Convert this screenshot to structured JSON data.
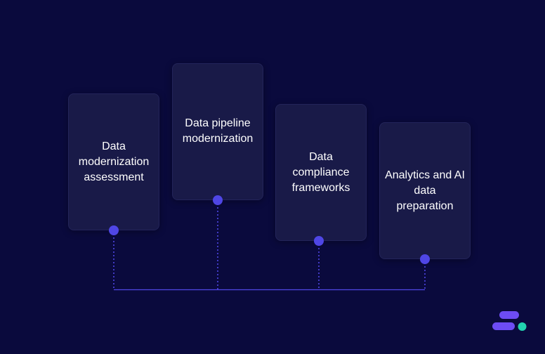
{
  "cards": [
    {
      "label": "Data modernization assessment"
    },
    {
      "label": "Data pipeline modernization"
    },
    {
      "label": "Data compliance frameworks"
    },
    {
      "label": "Analytics and AI data preparation"
    }
  ],
  "colors": {
    "background": "#0a0a3d",
    "card": "#191a48",
    "connector": "#4f46e5",
    "logo_primary": "#6d4cf5",
    "logo_accent": "#22d3b0"
  },
  "icons": {
    "logo": "brand-logo-icon"
  }
}
